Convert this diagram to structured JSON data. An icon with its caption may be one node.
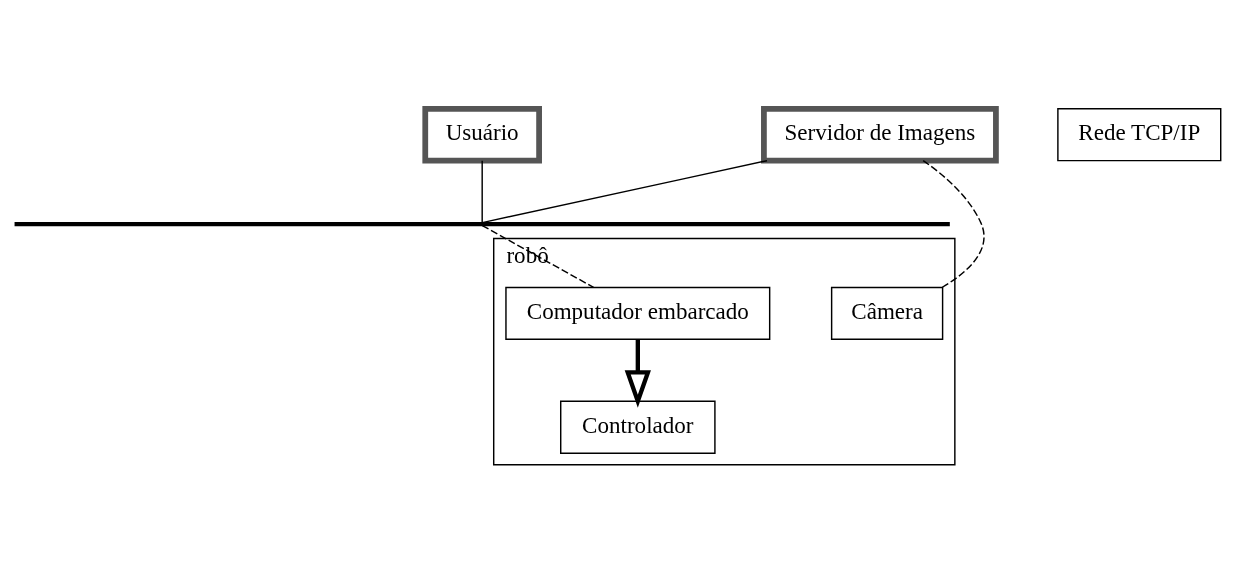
{
  "diagram": {
    "nodes": [
      {
        "text": [
          "Usuário"
        ]
      },
      {
        "text": [
          "Servidor de Imagens"
        ]
      },
      {
        "text": [
          "Rede TCP/IP"
        ]
      },
      {
        "text": [],
        "shape": "bar"
      },
      {
        "text": [
          "robô"
        ]
      },
      {
        "text": [
          "Câmera"
        ],
        "in": 4
      },
      {
        "text": [
          "Computador embarcado"
        ],
        "in": 4
      },
      {
        "text": [
          "Controlador"
        ],
        "in": 4
      }
    ],
    "edges": [
      {
        "from": 0,
        "to": 3,
        "arrow": "none"
      },
      {
        "from": 1,
        "to": 3,
        "arrow": "none"
      },
      {
        "from": 1,
        "to": 5,
        "arrow": "none",
        "style": "dashed"
      },
      {
        "from": 3,
        "to": 6,
        "arrow": "none",
        "style": "dashed"
      },
      {
        "from": 6,
        "to": 7,
        "arrow": "to",
        "style": "thick"
      }
    ]
  }
}
